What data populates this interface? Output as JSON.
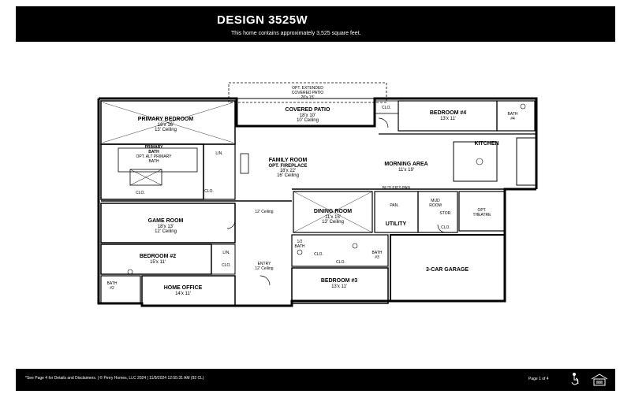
{
  "header": {
    "title": "DESIGN 3525W",
    "subtitle": "This home contains approximately 3,525 square feet."
  },
  "rooms": {
    "opt_patio": [
      "OPT. EXTENDED",
      "COVERED PATIO",
      "20'x 15'"
    ],
    "covered_patio": [
      "COVERED PATIO",
      "18'x 10'",
      "10' Ceiling"
    ],
    "primary_bedroom": [
      "PRIMARY BEDROOM",
      "18'x 16'",
      "13' Ceiling"
    ],
    "primary_bath": [
      "PRIMARY",
      "BATH"
    ],
    "opt_alt_bath": [
      "OPT. ALT PRIMARY",
      "BATH"
    ],
    "family_room": [
      "FAMILY ROOM",
      "OPT. FIREPLACE",
      "18'x 22'",
      "16' Ceiling"
    ],
    "morning_area": [
      "MORNING AREA",
      "11'x 19'"
    ],
    "kitchen": "KITCHEN",
    "bedroom4": [
      "BEDROOM #4",
      "13'x 11'"
    ],
    "bath4": [
      "BATH",
      "#4"
    ],
    "game_room": [
      "GAME ROOM",
      "18'x 13'",
      "12' Ceiling"
    ],
    "ceiling12_hall": "12' Ceiling",
    "dining_room": [
      "DINING ROOM",
      "11'x 15'",
      "13' Ceiling"
    ],
    "butlers_pan": "BUTLER'S PAN.",
    "pan": "PAN.",
    "mud_room": [
      "MUD",
      "ROOM"
    ],
    "stor": "STOR.",
    "utility": "UTILITY",
    "opt_theatre": [
      "OPT.",
      "THEATRE"
    ],
    "bedroom2": [
      "BEDROOM #2",
      "15'x 11'"
    ],
    "entry": [
      "ENTRY",
      "12' Ceiling"
    ],
    "half_bath": [
      "1/2",
      "BATH"
    ],
    "bath3": [
      "BATH",
      "#3"
    ],
    "bedroom3": [
      "BEDROOM #3",
      "13'x 11'"
    ],
    "garage": "3-CAR GARAGE",
    "bath2": [
      "BATH",
      "#2"
    ],
    "home_office": [
      "HOME OFFICE",
      "14'x 11'"
    ],
    "clo": "CLO.",
    "lin": "LIN."
  },
  "footer": {
    "disclaimer": "*See Page 4 for Details and Disclaimers. | © Perry Homes, LLC 2024 | 11/9/2024 12:55:31 AM (92 CL)",
    "page": "Page 1 of 4"
  }
}
